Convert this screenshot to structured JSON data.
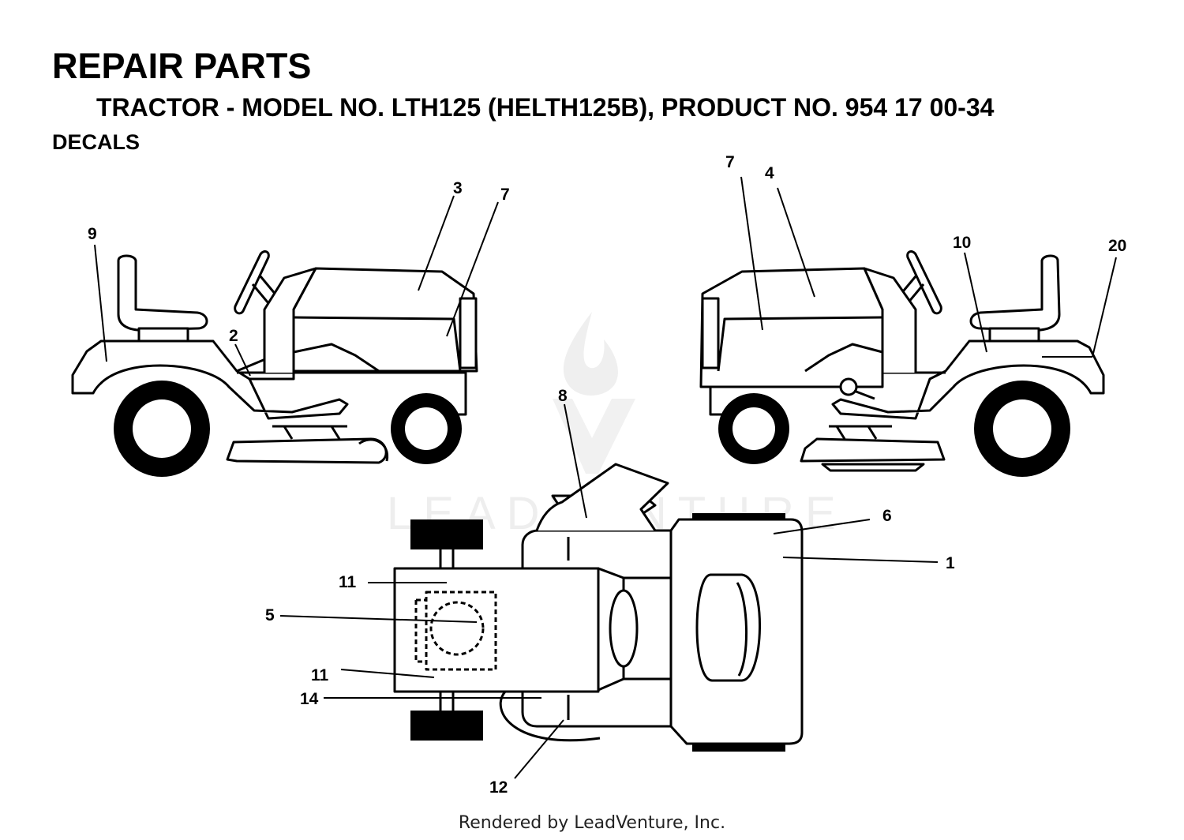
{
  "header": {
    "title": "REPAIR PARTS",
    "subtitle": "TRACTOR - MODEL NO. LTH125 (HELTH125B), PRODUCT NO. 954 17 00-34",
    "section": "DECALS"
  },
  "watermark": {
    "text": "LEADVENTURE"
  },
  "callouts": {
    "c9": "9",
    "c3": "3",
    "c7a": "7",
    "c2": "2",
    "c7b": "7",
    "c4": "4",
    "c10": "10",
    "c20": "20",
    "c8": "8",
    "c6": "6",
    "c1": "1",
    "c11a": "11",
    "c5": "5",
    "c11b": "11",
    "c14": "14",
    "c12": "12"
  },
  "footer": {
    "text": "Rendered by LeadVenture, Inc."
  }
}
